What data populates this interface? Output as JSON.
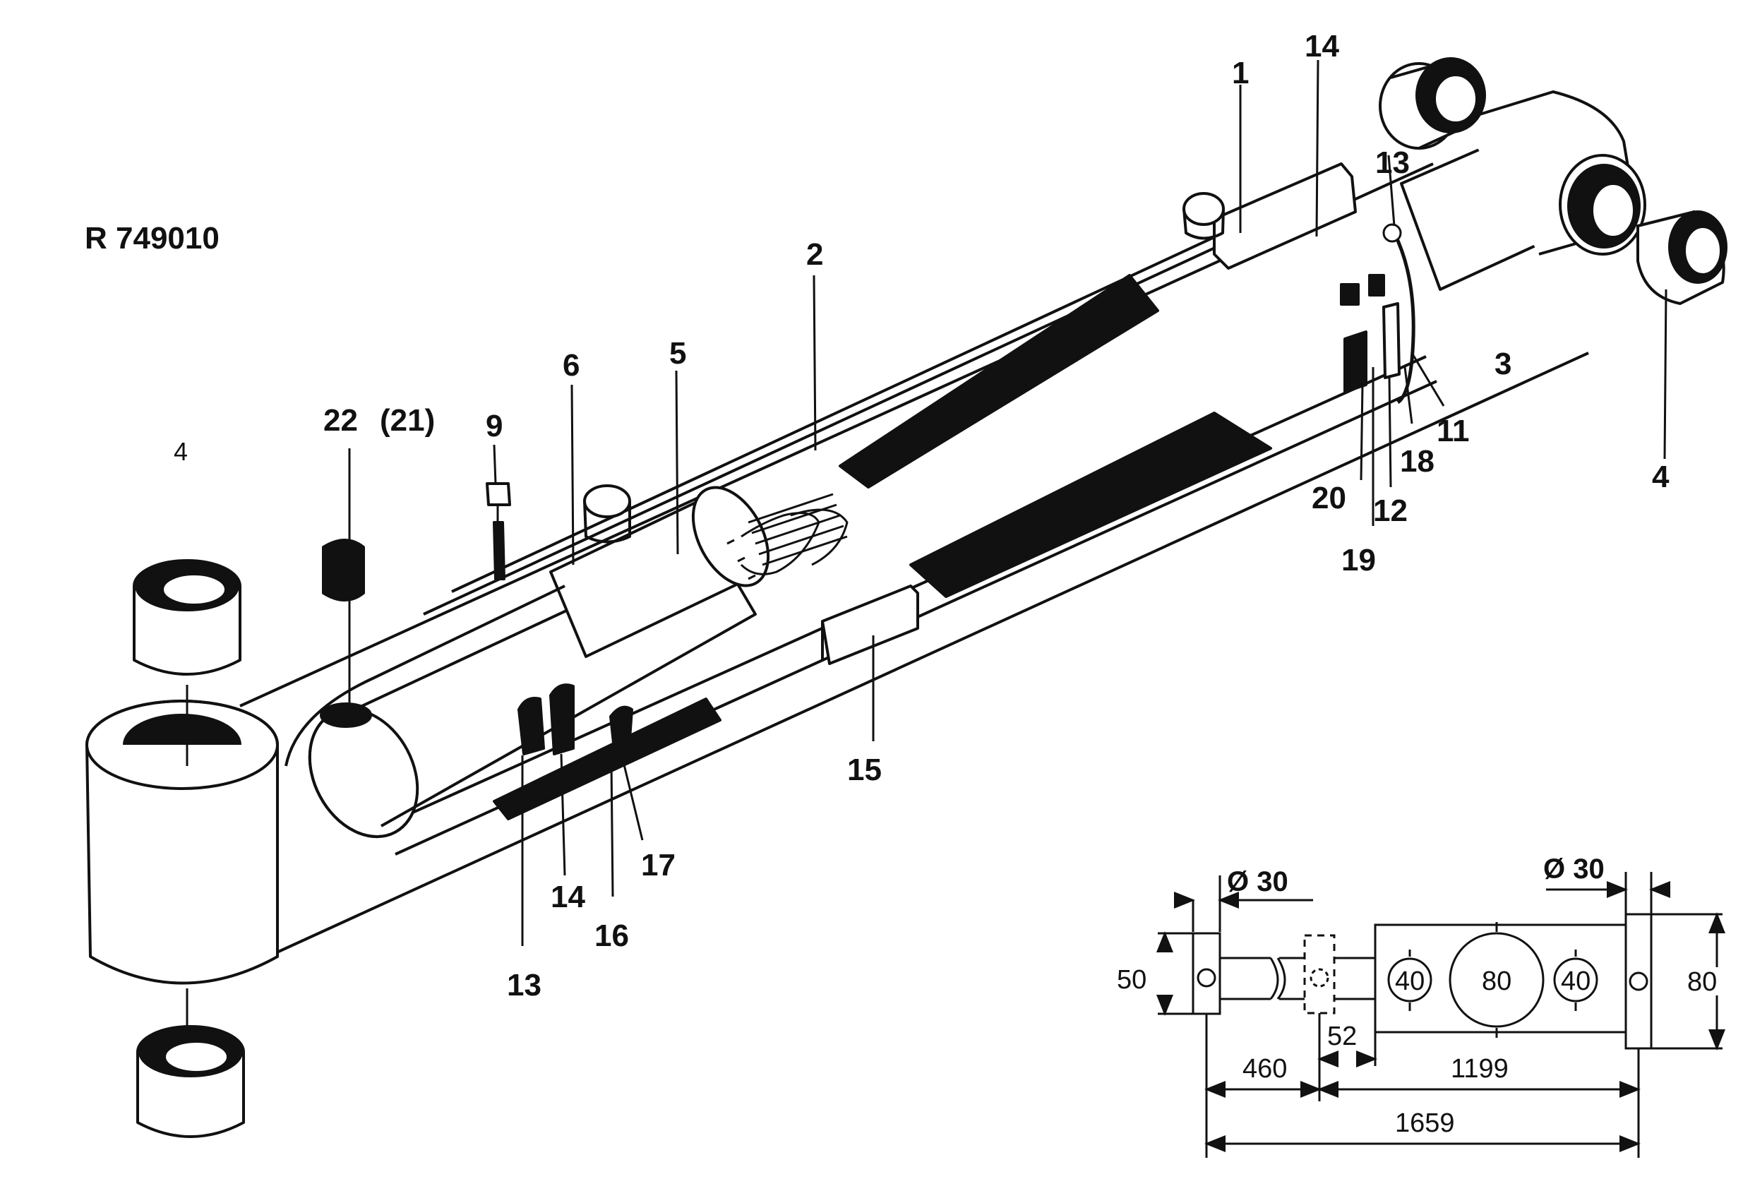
{
  "title": "R 749010",
  "callouts": {
    "c1": "1",
    "c2": "2",
    "c3": "3",
    "c4_left": "4",
    "c4_right": "4",
    "c5": "5",
    "c6": "6",
    "c9": "9",
    "c11": "11",
    "c12": "12",
    "c13_top": "13",
    "c13_bottom": "13",
    "c14_top": "14",
    "c14_bottom": "14",
    "c15": "15",
    "c16": "16",
    "c17": "17",
    "c18": "18",
    "c19": "19",
    "c20": "20",
    "c22": "22",
    "c21": "(21)"
  },
  "dimensions": {
    "pin_left": "Ø 30",
    "pin_right": "Ø 30",
    "height_left": "50",
    "height_right": "80",
    "port_left": "40",
    "bore": "80",
    "port_right": "40",
    "offset": "52",
    "stroke": "460",
    "body": "1199",
    "overall": "1659"
  }
}
